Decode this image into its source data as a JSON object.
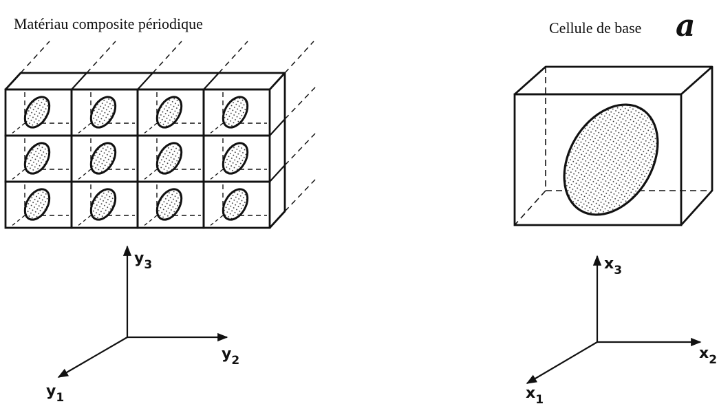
{
  "left_figure": {
    "title": "Matériau composite périodique",
    "axis_labels": {
      "vertical": "y",
      "vertical_sub": "3",
      "right": "y",
      "right_sub": "2",
      "front": "y",
      "front_sub": "1"
    },
    "grid": {
      "columns": 4,
      "rows": 3
    }
  },
  "right_figure": {
    "title": "Cellule de base",
    "title_symbol": "a",
    "axis_labels": {
      "vertical": "x",
      "vertical_sub": "3",
      "right": "x",
      "right_sub": "2",
      "front": "x",
      "front_sub": "1"
    }
  }
}
